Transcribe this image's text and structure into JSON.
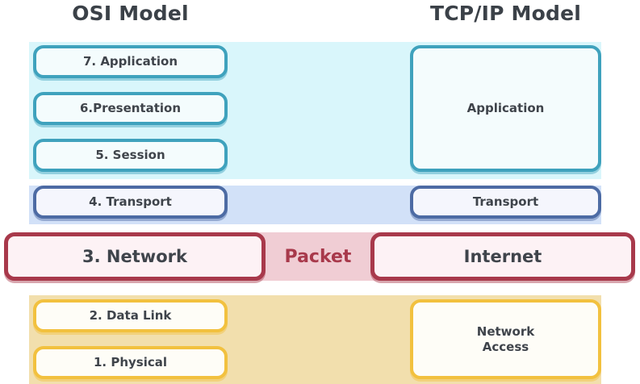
{
  "headings": {
    "osi": "OSI Model",
    "tcpip": "TCP/IP Model"
  },
  "center_label": "Packet",
  "osi_layers": [
    {
      "label": "7. Application",
      "number": 7,
      "family": "application"
    },
    {
      "label": "6.Presentation",
      "number": 6,
      "family": "application"
    },
    {
      "label": "5. Session",
      "number": 5,
      "family": "application"
    },
    {
      "label": "4. Transport",
      "number": 4,
      "family": "transport"
    },
    {
      "label": "3. Network",
      "number": 3,
      "family": "network"
    },
    {
      "label": "2. Data Link",
      "number": 2,
      "family": "access"
    },
    {
      "label": "1. Physical",
      "number": 1,
      "family": "access"
    }
  ],
  "tcpip_layers": [
    {
      "label": "Application",
      "family": "application"
    },
    {
      "label": "Transport",
      "family": "transport"
    },
    {
      "label": "Internet",
      "family": "network"
    },
    {
      "label": "Network\nAccess",
      "line1": "Network",
      "line2": "Access",
      "family": "access"
    }
  ],
  "bands": [
    {
      "name": "application-band",
      "color": "#d9f6fb"
    },
    {
      "name": "transport-band",
      "color": "#d2e1f8"
    },
    {
      "name": "network-band",
      "color": "#f0cdd4"
    },
    {
      "name": "access-band",
      "color": "#f2dfad"
    }
  ],
  "colors": {
    "cyan_border": "#3fa2bd",
    "cyan_fill": "#f4fcfd",
    "blue_border": "#4d6ba4",
    "blue_fill": "#f5f6fd",
    "red_border": "#a8394b",
    "red_fill": "#fdf2f5",
    "red_text": "#a8394b",
    "yellow_border": "#f2c13f",
    "yellow_fill": "#fefdf7",
    "heading_text": "#3b4148",
    "body_text": "#3f444b",
    "background": "#ffffff"
  }
}
